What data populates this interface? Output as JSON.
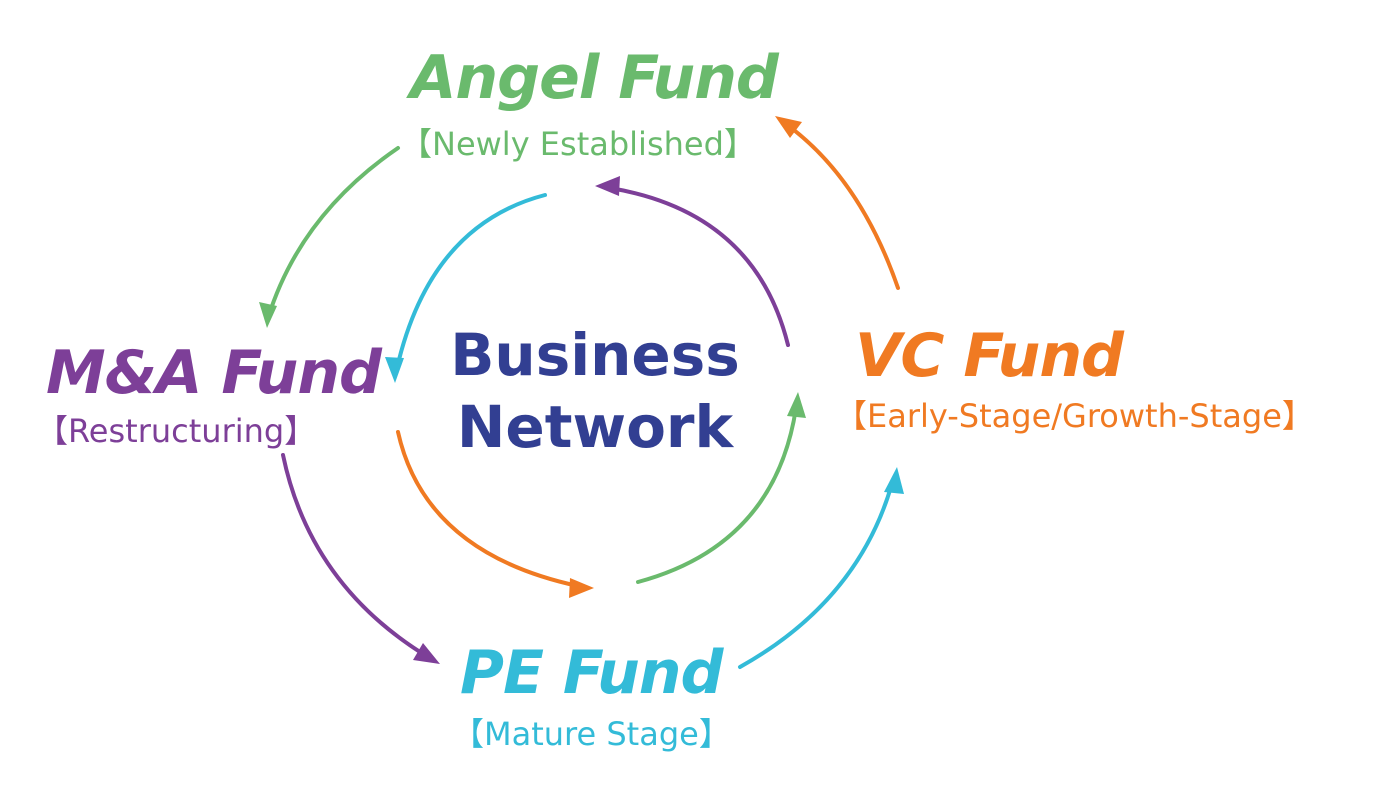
{
  "colors": {
    "angel": "#6aba6d",
    "vc": "#f07a22",
    "pe": "#33bbd8",
    "ma": "#7d3f98",
    "center": "#323f92"
  },
  "center": {
    "line1": "Business",
    "line2": "Network"
  },
  "stages": {
    "angel": {
      "title": "Angel Fund",
      "subtitle": "【Newly Established】"
    },
    "vc": {
      "title": "VC Fund",
      "subtitle": "【Early-Stage/Growth-Stage】"
    },
    "pe": {
      "title": "PE Fund",
      "subtitle": "【Mature Stage】"
    },
    "ma": {
      "title": "M&A Fund",
      "subtitle": "【Restructuring】"
    }
  },
  "icons": {
    "outer": [
      "angel-to-ma-arrow-icon",
      "ma-to-pe-arrow-icon",
      "pe-to-vc-arrow-icon",
      "vc-to-angel-arrow-icon"
    ],
    "inner": [
      "inner-cyan-arrow-icon",
      "inner-orange-arrow-icon",
      "inner-green-arrow-icon",
      "inner-purple-arrow-icon"
    ]
  }
}
